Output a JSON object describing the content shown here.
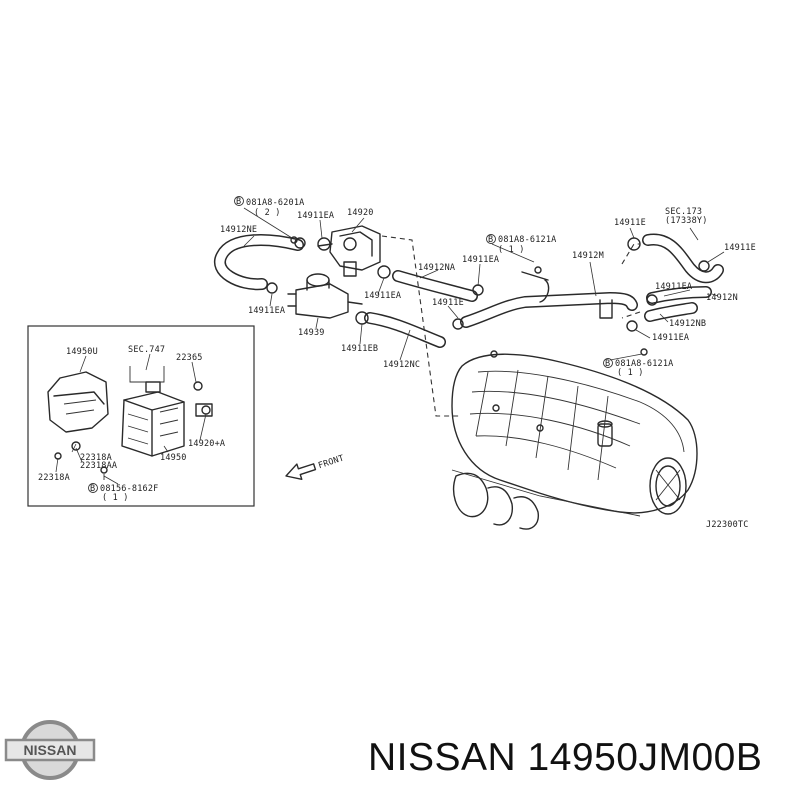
{
  "brand": {
    "logo_text": "NISSAN",
    "caption": "NISSAN 14950JM00B"
  },
  "diagram_code": "J22300TC",
  "front_label": "FRONT",
  "inset": {
    "labels": {
      "p14950u": "14950U",
      "sec747": "SEC.747",
      "p22365": "22365",
      "p14950": "14950",
      "p22318a": "22318A",
      "p22318aa": "22318AA",
      "p22318a_b": "22318A",
      "p14920a": "14920+A",
      "bolt": "08156-8162F",
      "bolt_qty": "( 1 )"
    }
  },
  "labels": {
    "bolt1": "081A8-6201A",
    "bolt1_qty": "( 2 )",
    "p14911ea_1": "14911EA",
    "p14920": "14920",
    "p14912ne": "14912NE",
    "p14911ea_2": "14911EA",
    "p14939": "14939",
    "p14911eb": "14911EB",
    "p14912nc": "14912NC",
    "p14912na": "14912NA",
    "p14911ea_3": "14911EA",
    "bolt2": "081A8-6121A",
    "bolt2_qty": "( 1 )",
    "p14911ea_4": "14911EA",
    "p14911e_1": "14911E",
    "p14912m": "14912M",
    "p14911e_2": "14911E",
    "sec173": "SEC.173",
    "sec173_ref": "(17338Y)",
    "p14911e_3": "14911E",
    "p14912n": "14912N",
    "p14911ea_5": "14911EA",
    "p14912nb": "14912NB",
    "p14911ea_6": "14911EA",
    "bolt3": "081A8-6121A",
    "bolt3_qty": "( 1 )"
  }
}
